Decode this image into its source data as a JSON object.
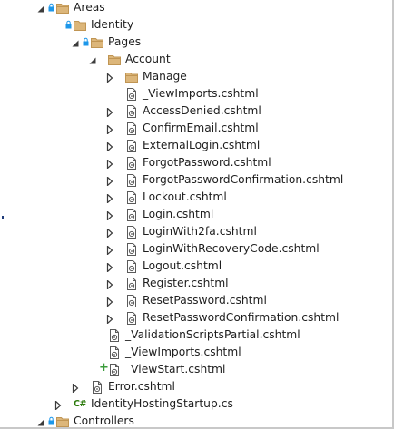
{
  "solution_explorer": {
    "tree": [
      {
        "label": "Areas",
        "kind": "folder",
        "depth": 0,
        "expander": "expanded",
        "badge": "lock"
      },
      {
        "label": "Identity",
        "kind": "folder",
        "depth": 1,
        "expander": "none",
        "badge": "lock"
      },
      {
        "label": "Pages",
        "kind": "folder",
        "depth": 2,
        "expander": "expanded",
        "badge": "lock"
      },
      {
        "label": "Account",
        "kind": "folder",
        "depth": 3,
        "expander": "expanded",
        "badge": "none"
      },
      {
        "label": "Manage",
        "kind": "folder",
        "depth": 4,
        "expander": "collapsed",
        "badge": "none"
      },
      {
        "label": "_ViewImports.cshtml",
        "kind": "razor",
        "depth": 4,
        "expander": "none",
        "badge": "none"
      },
      {
        "label": "AccessDenied.cshtml",
        "kind": "razor",
        "depth": 4,
        "expander": "collapsed",
        "badge": "none"
      },
      {
        "label": "ConfirmEmail.cshtml",
        "kind": "razor",
        "depth": 4,
        "expander": "collapsed",
        "badge": "none"
      },
      {
        "label": "ExternalLogin.cshtml",
        "kind": "razor",
        "depth": 4,
        "expander": "collapsed",
        "badge": "none"
      },
      {
        "label": "ForgotPassword.cshtml",
        "kind": "razor",
        "depth": 4,
        "expander": "collapsed",
        "badge": "none"
      },
      {
        "label": "ForgotPasswordConfirmation.cshtml",
        "kind": "razor",
        "depth": 4,
        "expander": "collapsed",
        "badge": "none"
      },
      {
        "label": "Lockout.cshtml",
        "kind": "razor",
        "depth": 4,
        "expander": "collapsed",
        "badge": "none"
      },
      {
        "label": "Login.cshtml",
        "kind": "razor",
        "depth": 4,
        "expander": "collapsed",
        "badge": "none"
      },
      {
        "label": "LoginWith2fa.cshtml",
        "kind": "razor",
        "depth": 4,
        "expander": "collapsed",
        "badge": "none"
      },
      {
        "label": "LoginWithRecoveryCode.cshtml",
        "kind": "razor",
        "depth": 4,
        "expander": "collapsed",
        "badge": "none"
      },
      {
        "label": "Logout.cshtml",
        "kind": "razor",
        "depth": 4,
        "expander": "collapsed",
        "badge": "none"
      },
      {
        "label": "Register.cshtml",
        "kind": "razor",
        "depth": 4,
        "expander": "collapsed",
        "badge": "none"
      },
      {
        "label": "ResetPassword.cshtml",
        "kind": "razor",
        "depth": 4,
        "expander": "collapsed",
        "badge": "none"
      },
      {
        "label": "ResetPasswordConfirmation.cshtml",
        "kind": "razor",
        "depth": 4,
        "expander": "collapsed",
        "badge": "none"
      },
      {
        "label": "_ValidationScriptsPartial.cshtml",
        "kind": "razor",
        "depth": 3,
        "expander": "none",
        "badge": "none"
      },
      {
        "label": "_ViewImports.cshtml",
        "kind": "razor",
        "depth": 3,
        "expander": "none",
        "badge": "none"
      },
      {
        "label": "_ViewStart.cshtml",
        "kind": "razor",
        "depth": 3,
        "expander": "none",
        "badge": "plus"
      },
      {
        "label": "Error.cshtml",
        "kind": "razor",
        "depth": 2,
        "expander": "collapsed",
        "badge": "none"
      },
      {
        "label": "IdentityHostingStartup.cs",
        "kind": "csharp",
        "depth": 1,
        "expander": "collapsed",
        "badge": "none"
      },
      {
        "label": "Controllers",
        "kind": "folder",
        "depth": 0,
        "expander": "expanded",
        "badge": "lock"
      }
    ]
  },
  "colors": {
    "folder": "#dcb67a",
    "folder_dark": "#c09553",
    "expander": "#3c3c3c",
    "file_outline": "#5a5a5a",
    "lock": "#1c97ea",
    "plus": "#3a9b3a",
    "csharp": "#2b7a0b",
    "text": "#1e1e1e"
  },
  "icons": {
    "folder": "folder-icon",
    "razor": "razor-file-icon",
    "csharp": "csharp-file-icon",
    "lock": "lock-icon",
    "plus": "pending-add-icon",
    "expanded": "expanded-arrow-icon",
    "collapsed": "collapsed-arrow-icon"
  }
}
